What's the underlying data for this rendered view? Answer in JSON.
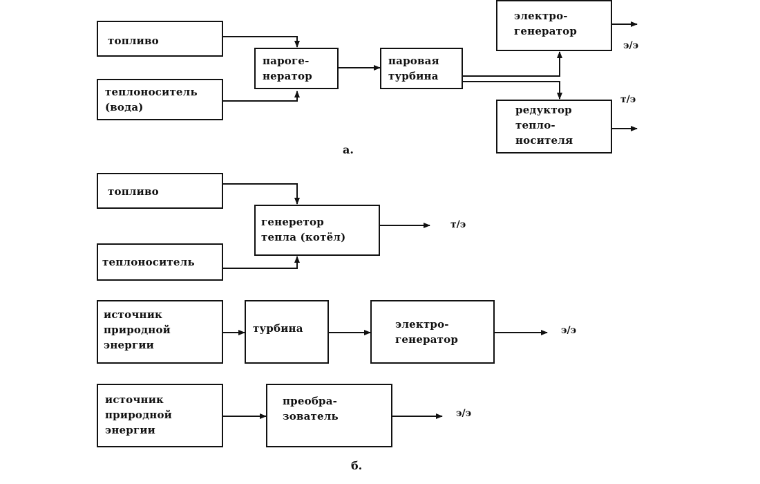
{
  "diagram_a": {
    "fuel": "топливо",
    "coolant": "теплоноситель\n(вода)",
    "steam_generator": "пароге-\nнератор",
    "steam_turbine": "паровая\nтурбина",
    "electro_generator": "электро-\nгенератор",
    "coolant_reducer": "редуктор\nтепло-\nносителя",
    "output_electric": "э/э",
    "output_heat": "т/э",
    "caption": "а."
  },
  "diagram_b": {
    "fuel": "топливо",
    "coolant": "теплоноситель",
    "heat_generator": "генеретор\nтепла (котёл)",
    "output_heat": "т/э",
    "natural_source_1": "источник\nприродной\nэнергии",
    "turbine": "турбина",
    "electro_generator": "электро-\nгенератор",
    "output_electric_1": "э/э",
    "natural_source_2": "источник\nприродной\nэнергии",
    "converter": "преобра-\nзователь",
    "output_electric_2": "э/э",
    "caption": "б."
  }
}
